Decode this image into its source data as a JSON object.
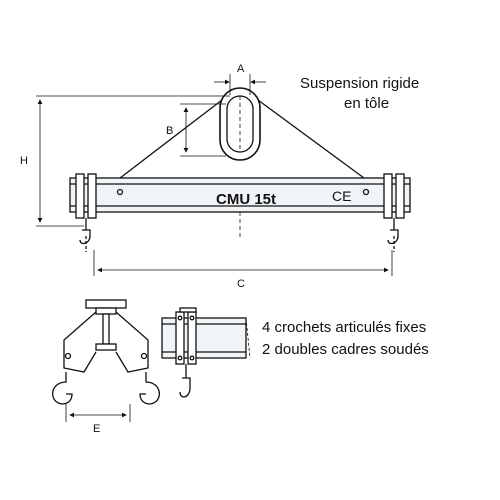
{
  "labels": {
    "suspension_line1": "Suspension rigide",
    "suspension_line2": "en tôle",
    "capacity": "CMU 15t",
    "ce_mark": "CE",
    "hooks_line1": "4 crochets articulés fixes",
    "hooks_line2": "2 doubles cadres soudés"
  },
  "dimensions": {
    "a": "A",
    "b": "B",
    "h": "H",
    "c": "C",
    "e": "E"
  },
  "colors": {
    "line": "#111111",
    "beam_fill": "#f2f5f7",
    "background": "#ffffff"
  }
}
